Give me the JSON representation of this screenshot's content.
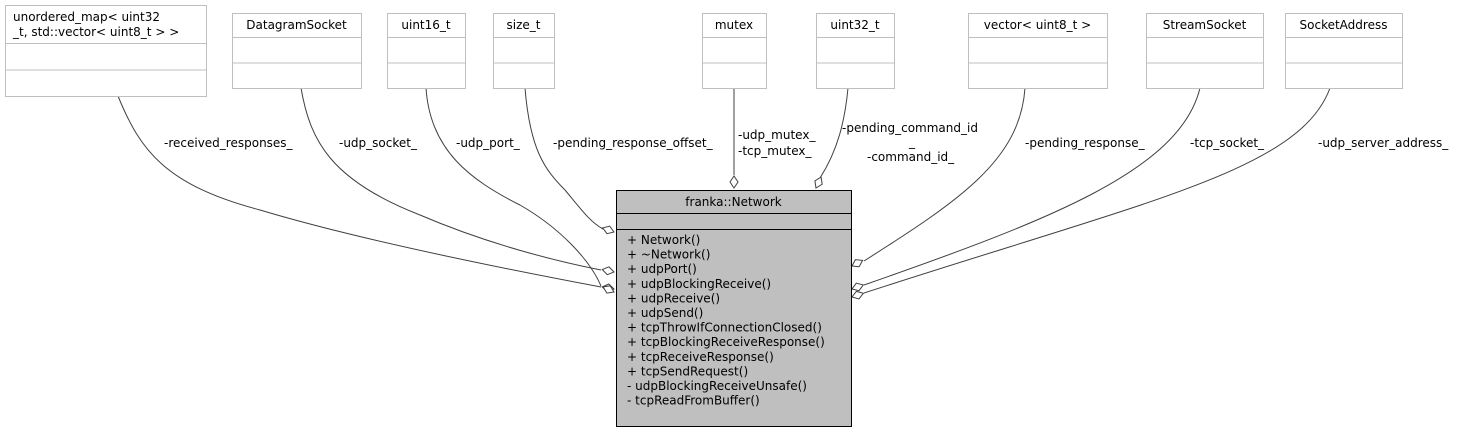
{
  "main_class": {
    "name": "franka::Network",
    "methods": [
      "+ Network()",
      "+ ~Network()",
      "+ udpPort()",
      "+ udpBlockingReceive()",
      "+ udpReceive()",
      "+ udpSend()",
      "+ tcpThrowIfConnectionClosed()",
      "+ tcpBlockingReceiveResponse()",
      "+ tcpReceiveResponse()",
      "+ tcpSendRequest()",
      "- udpBlockingReceiveUnsafe()",
      "- tcpReadFromBuffer()"
    ]
  },
  "related_classes": [
    {
      "id": "unordered_map",
      "name_lines": [
        "unordered_map< uint32",
        "_t, std::vector< uint8_t > >"
      ]
    },
    {
      "id": "datagram_socket",
      "name_lines": [
        "DatagramSocket"
      ]
    },
    {
      "id": "uint16_t",
      "name_lines": [
        "uint16_t"
      ]
    },
    {
      "id": "size_t",
      "name_lines": [
        "size_t"
      ]
    },
    {
      "id": "mutex",
      "name_lines": [
        "mutex"
      ]
    },
    {
      "id": "uint32_t",
      "name_lines": [
        "uint32_t"
      ]
    },
    {
      "id": "vector_uint8",
      "name_lines": [
        "vector< uint8_t >"
      ]
    },
    {
      "id": "stream_socket",
      "name_lines": [
        "StreamSocket"
      ]
    },
    {
      "id": "socket_address",
      "name_lines": [
        "SocketAddress"
      ]
    }
  ],
  "edges": [
    {
      "from": "unordered_map",
      "label_lines": [
        "-received_responses_"
      ]
    },
    {
      "from": "datagram_socket",
      "label_lines": [
        "-udp_socket_"
      ]
    },
    {
      "from": "uint16_t",
      "label_lines": [
        "-udp_port_"
      ]
    },
    {
      "from": "size_t",
      "label_lines": [
        "-pending_response_offset_"
      ]
    },
    {
      "from": "mutex",
      "label_lines": [
        "-udp_mutex_",
        "-tcp_mutex_"
      ]
    },
    {
      "from": "uint32_t",
      "label_lines": [
        "-pending_command_id",
        "_",
        "-command_id_"
      ]
    },
    {
      "from": "vector_uint8",
      "label_lines": [
        "-pending_response_"
      ]
    },
    {
      "from": "stream_socket",
      "label_lines": [
        "-tcp_socket_"
      ]
    },
    {
      "from": "socket_address",
      "label_lines": [
        "-udp_server_address_"
      ]
    }
  ]
}
